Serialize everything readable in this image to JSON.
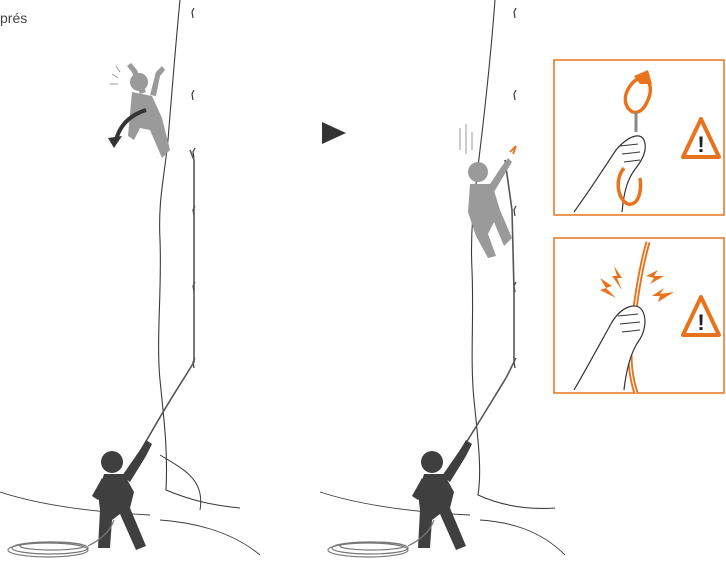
{
  "caption": "prés",
  "colors": {
    "wall_line": "#3a3a3a",
    "climber": "#9a9a9a",
    "belayer": "#3f3f3f",
    "rope": "#555555",
    "accent": "#e8731c",
    "warning_stroke": "#e8731c",
    "arrow": "#333333"
  },
  "icons": {
    "next_step": "play-arrow-icon",
    "warning_top": "warning-triangle-icon",
    "warning_bottom": "warning-triangle-icon",
    "fall_direction": "curved-arrow-icon"
  },
  "panels": [
    {
      "name": "carabiner-misuse-panel",
      "icon": "warning-triangle-icon",
      "warning_mark": "!"
    },
    {
      "name": "rope-grab-panel",
      "icon": "warning-triangle-icon",
      "warning_mark": "!"
    }
  ]
}
